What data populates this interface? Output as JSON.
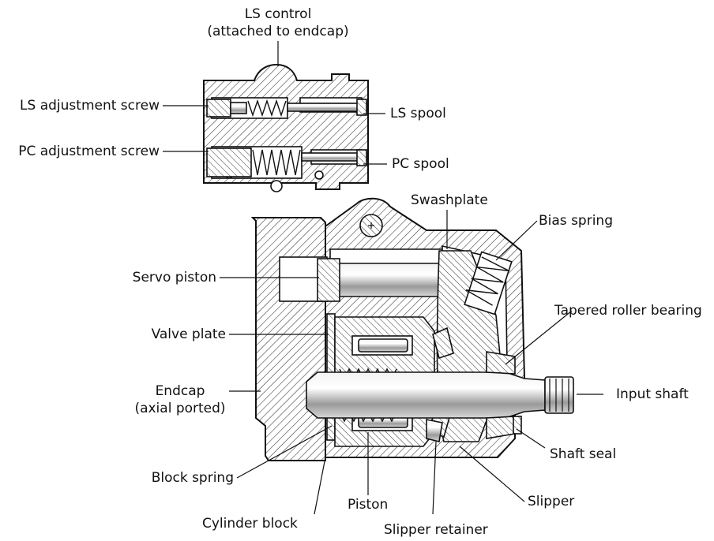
{
  "labels": {
    "ls_control_1": "LS control",
    "ls_control_2": "(attached to endcap)",
    "ls_adjustment_screw": "LS adjustment screw",
    "pc_adjustment_screw": "PC adjustment screw",
    "ls_spool": "LS spool",
    "pc_spool": "PC spool",
    "swashplate": "Swashplate",
    "bias_spring": "Bias spring",
    "servo_piston": "Servo piston",
    "tapered_roller_bearing": "Tapered roller bearing",
    "valve_plate": "Valve plate",
    "endcap_1": "Endcap",
    "endcap_2": "(axial ported)",
    "input_shaft": "Input shaft",
    "shaft_seal": "Shaft seal",
    "block_spring": "Block spring",
    "slipper": "Slipper",
    "piston": "Piston",
    "cylinder_block": "Cylinder block",
    "slipper_retainer": "Slipper retainer"
  }
}
